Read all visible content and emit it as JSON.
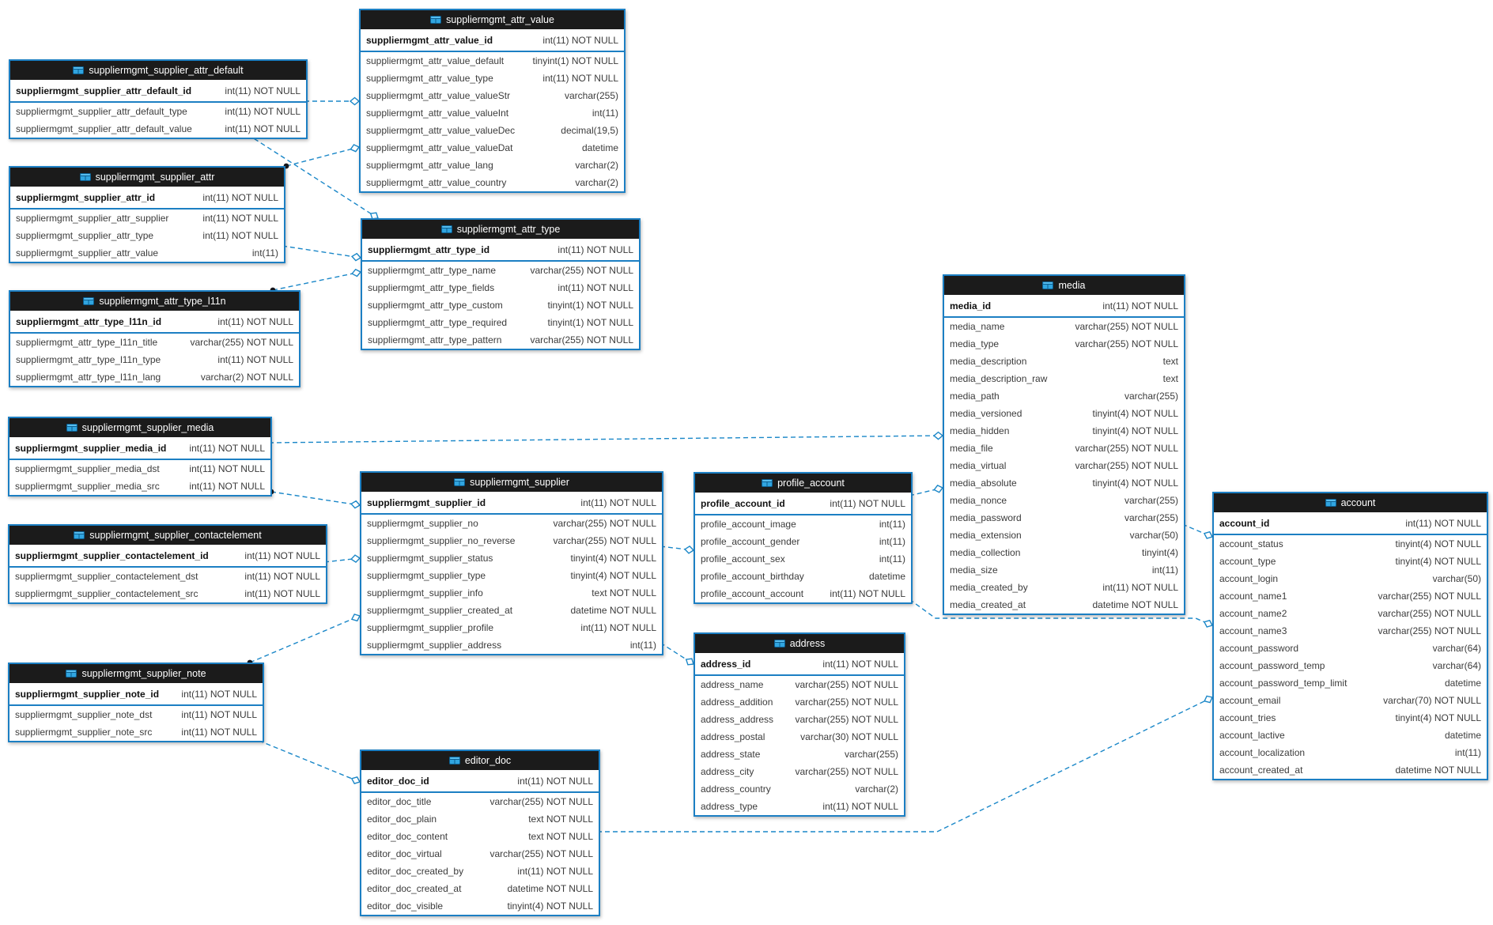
{
  "diagram": {
    "accent_color": "#1c7fc3",
    "wire_color": "#1a87c8",
    "header_bg": "#1b1b1b",
    "header_fg": "#ffffff",
    "endpoint_dot_color": "#14161c"
  },
  "tables": [
    {
      "id": "suppliermgmt_attr_value",
      "title": "suppliermgmt_attr_value",
      "pk": {
        "name": "suppliermgmt_attr_value_id",
        "type": "int(11) NOT NULL"
      },
      "columns": [
        {
          "name": "suppliermgmt_attr_value_default",
          "type": "tinyint(1) NOT NULL"
        },
        {
          "name": "suppliermgmt_attr_value_type",
          "type": "int(11) NOT NULL"
        },
        {
          "name": "suppliermgmt_attr_value_valueStr",
          "type": "varchar(255)"
        },
        {
          "name": "suppliermgmt_attr_value_valueInt",
          "type": "int(11)"
        },
        {
          "name": "suppliermgmt_attr_value_valueDec",
          "type": "decimal(19,5)"
        },
        {
          "name": "suppliermgmt_attr_value_valueDat",
          "type": "datetime"
        },
        {
          "name": "suppliermgmt_attr_value_lang",
          "type": "varchar(2)"
        },
        {
          "name": "suppliermgmt_attr_value_country",
          "type": "varchar(2)"
        }
      ]
    },
    {
      "id": "suppliermgmt_supplier_attr_default",
      "title": "suppliermgmt_supplier_attr_default",
      "pk": {
        "name": "suppliermgmt_supplier_attr_default_id",
        "type": "int(11) NOT NULL"
      },
      "columns": [
        {
          "name": "suppliermgmt_supplier_attr_default_type",
          "type": "int(11) NOT NULL"
        },
        {
          "name": "suppliermgmt_supplier_attr_default_value",
          "type": "int(11) NOT NULL"
        }
      ]
    },
    {
      "id": "suppliermgmt_supplier_attr",
      "title": "suppliermgmt_supplier_attr",
      "pk": {
        "name": "suppliermgmt_supplier_attr_id",
        "type": "int(11) NOT NULL"
      },
      "columns": [
        {
          "name": "suppliermgmt_supplier_attr_supplier",
          "type": "int(11) NOT NULL"
        },
        {
          "name": "suppliermgmt_supplier_attr_type",
          "type": "int(11) NOT NULL"
        },
        {
          "name": "suppliermgmt_supplier_attr_value",
          "type": "int(11)"
        }
      ]
    },
    {
      "id": "suppliermgmt_attr_type_l11n",
      "title": "suppliermgmt_attr_type_l11n",
      "pk": {
        "name": "suppliermgmt_attr_type_l11n_id",
        "type": "int(11) NOT NULL"
      },
      "columns": [
        {
          "name": "suppliermgmt_attr_type_l11n_title",
          "type": "varchar(255) NOT NULL"
        },
        {
          "name": "suppliermgmt_attr_type_l11n_type",
          "type": "int(11) NOT NULL"
        },
        {
          "name": "suppliermgmt_attr_type_l11n_lang",
          "type": "varchar(2) NOT NULL"
        }
      ]
    },
    {
      "id": "suppliermgmt_attr_type",
      "title": "suppliermgmt_attr_type",
      "pk": {
        "name": "suppliermgmt_attr_type_id",
        "type": "int(11) NOT NULL"
      },
      "columns": [
        {
          "name": "suppliermgmt_attr_type_name",
          "type": "varchar(255) NOT NULL"
        },
        {
          "name": "suppliermgmt_attr_type_fields",
          "type": "int(11) NOT NULL"
        },
        {
          "name": "suppliermgmt_attr_type_custom",
          "type": "tinyint(1) NOT NULL"
        },
        {
          "name": "suppliermgmt_attr_type_required",
          "type": "tinyint(1) NOT NULL"
        },
        {
          "name": "suppliermgmt_attr_type_pattern",
          "type": "varchar(255) NOT NULL"
        }
      ]
    },
    {
      "id": "suppliermgmt_supplier_media",
      "title": "suppliermgmt_supplier_media",
      "pk": {
        "name": "suppliermgmt_supplier_media_id",
        "type": "int(11) NOT NULL"
      },
      "columns": [
        {
          "name": "suppliermgmt_supplier_media_dst",
          "type": "int(11) NOT NULL"
        },
        {
          "name": "suppliermgmt_supplier_media_src",
          "type": "int(11) NOT NULL"
        }
      ]
    },
    {
      "id": "suppliermgmt_supplier_contactelement",
      "title": "suppliermgmt_supplier_contactelement",
      "pk": {
        "name": "suppliermgmt_supplier_contactelement_id",
        "type": "int(11) NOT NULL"
      },
      "columns": [
        {
          "name": "suppliermgmt_supplier_contactelement_dst",
          "type": "int(11) NOT NULL"
        },
        {
          "name": "suppliermgmt_supplier_contactelement_src",
          "type": "int(11) NOT NULL"
        }
      ]
    },
    {
      "id": "suppliermgmt_supplier_note",
      "title": "suppliermgmt_supplier_note",
      "pk": {
        "name": "suppliermgmt_supplier_note_id",
        "type": "int(11) NOT NULL"
      },
      "columns": [
        {
          "name": "suppliermgmt_supplier_note_dst",
          "type": "int(11) NOT NULL"
        },
        {
          "name": "suppliermgmt_supplier_note_src",
          "type": "int(11) NOT NULL"
        }
      ]
    },
    {
      "id": "suppliermgmt_supplier",
      "title": "suppliermgmt_supplier",
      "pk": {
        "name": "suppliermgmt_supplier_id",
        "type": "int(11) NOT NULL"
      },
      "columns": [
        {
          "name": "suppliermgmt_supplier_no",
          "type": "varchar(255) NOT NULL"
        },
        {
          "name": "suppliermgmt_supplier_no_reverse",
          "type": "varchar(255) NOT NULL"
        },
        {
          "name": "suppliermgmt_supplier_status",
          "type": "tinyint(4) NOT NULL"
        },
        {
          "name": "suppliermgmt_supplier_type",
          "type": "tinyint(4) NOT NULL"
        },
        {
          "name": "suppliermgmt_supplier_info",
          "type": "text NOT NULL"
        },
        {
          "name": "suppliermgmt_supplier_created_at",
          "type": "datetime NOT NULL"
        },
        {
          "name": "suppliermgmt_supplier_profile",
          "type": "int(11) NOT NULL"
        },
        {
          "name": "suppliermgmt_supplier_address",
          "type": "int(11)"
        }
      ]
    },
    {
      "id": "profile_account",
      "title": "profile_account",
      "pk": {
        "name": "profile_account_id",
        "type": "int(11) NOT NULL"
      },
      "columns": [
        {
          "name": "profile_account_image",
          "type": "int(11)"
        },
        {
          "name": "profile_account_gender",
          "type": "int(11)"
        },
        {
          "name": "profile_account_sex",
          "type": "int(11)"
        },
        {
          "name": "profile_account_birthday",
          "type": "datetime"
        },
        {
          "name": "profile_account_account",
          "type": "int(11) NOT NULL"
        }
      ]
    },
    {
      "id": "address",
      "title": "address",
      "pk": {
        "name": "address_id",
        "type": "int(11) NOT NULL"
      },
      "columns": [
        {
          "name": "address_name",
          "type": "varchar(255) NOT NULL"
        },
        {
          "name": "address_addition",
          "type": "varchar(255) NOT NULL"
        },
        {
          "name": "address_address",
          "type": "varchar(255) NOT NULL"
        },
        {
          "name": "address_postal",
          "type": "varchar(30) NOT NULL"
        },
        {
          "name": "address_state",
          "type": "varchar(255)"
        },
        {
          "name": "address_city",
          "type": "varchar(255) NOT NULL"
        },
        {
          "name": "address_country",
          "type": "varchar(2)"
        },
        {
          "name": "address_type",
          "type": "int(11) NOT NULL"
        }
      ]
    },
    {
      "id": "editor_doc",
      "title": "editor_doc",
      "pk": {
        "name": "editor_doc_id",
        "type": "int(11) NOT NULL"
      },
      "columns": [
        {
          "name": "editor_doc_title",
          "type": "varchar(255) NOT NULL"
        },
        {
          "name": "editor_doc_plain",
          "type": "text NOT NULL"
        },
        {
          "name": "editor_doc_content",
          "type": "text NOT NULL"
        },
        {
          "name": "editor_doc_virtual",
          "type": "varchar(255) NOT NULL"
        },
        {
          "name": "editor_doc_created_by",
          "type": "int(11) NOT NULL"
        },
        {
          "name": "editor_doc_created_at",
          "type": "datetime NOT NULL"
        },
        {
          "name": "editor_doc_visible",
          "type": "tinyint(4) NOT NULL"
        }
      ]
    },
    {
      "id": "media",
      "title": "media",
      "pk": {
        "name": "media_id",
        "type": "int(11) NOT NULL"
      },
      "columns": [
        {
          "name": "media_name",
          "type": "varchar(255) NOT NULL"
        },
        {
          "name": "media_type",
          "type": "varchar(255) NOT NULL"
        },
        {
          "name": "media_description",
          "type": "text"
        },
        {
          "name": "media_description_raw",
          "type": "text"
        },
        {
          "name": "media_path",
          "type": "varchar(255)"
        },
        {
          "name": "media_versioned",
          "type": "tinyint(4) NOT NULL"
        },
        {
          "name": "media_hidden",
          "type": "tinyint(4) NOT NULL"
        },
        {
          "name": "media_file",
          "type": "varchar(255) NOT NULL"
        },
        {
          "name": "media_virtual",
          "type": "varchar(255) NOT NULL"
        },
        {
          "name": "media_absolute",
          "type": "tinyint(4) NOT NULL"
        },
        {
          "name": "media_nonce",
          "type": "varchar(255)"
        },
        {
          "name": "media_password",
          "type": "varchar(255)"
        },
        {
          "name": "media_extension",
          "type": "varchar(50)"
        },
        {
          "name": "media_collection",
          "type": "tinyint(4)"
        },
        {
          "name": "media_size",
          "type": "int(11)"
        },
        {
          "name": "media_created_by",
          "type": "int(11) NOT NULL"
        },
        {
          "name": "media_created_at",
          "type": "datetime NOT NULL"
        }
      ]
    },
    {
      "id": "account",
      "title": "account",
      "pk": {
        "name": "account_id",
        "type": "int(11) NOT NULL"
      },
      "columns": [
        {
          "name": "account_status",
          "type": "tinyint(4) NOT NULL"
        },
        {
          "name": "account_type",
          "type": "tinyint(4) NOT NULL"
        },
        {
          "name": "account_login",
          "type": "varchar(50)"
        },
        {
          "name": "account_name1",
          "type": "varchar(255) NOT NULL"
        },
        {
          "name": "account_name2",
          "type": "varchar(255) NOT NULL"
        },
        {
          "name": "account_name3",
          "type": "varchar(255) NOT NULL"
        },
        {
          "name": "account_password",
          "type": "varchar(64)"
        },
        {
          "name": "account_password_temp",
          "type": "varchar(64)"
        },
        {
          "name": "account_password_temp_limit",
          "type": "datetime"
        },
        {
          "name": "account_email",
          "type": "varchar(70) NOT NULL"
        },
        {
          "name": "account_tries",
          "type": "tinyint(4) NOT NULL"
        },
        {
          "name": "account_lactive",
          "type": "datetime"
        },
        {
          "name": "account_localization",
          "type": "int(11)"
        },
        {
          "name": "account_created_at",
          "type": "datetime NOT NULL"
        }
      ]
    }
  ],
  "relationships": [
    {
      "from": "suppliermgmt_supplier_attr_default",
      "to": "suppliermgmt_attr_value"
    },
    {
      "from": "suppliermgmt_supplier_attr_default",
      "to": "suppliermgmt_attr_type"
    },
    {
      "from": "suppliermgmt_supplier_attr",
      "to": "suppliermgmt_attr_value"
    },
    {
      "from": "suppliermgmt_supplier_attr",
      "to": "suppliermgmt_attr_type"
    },
    {
      "from": "suppliermgmt_attr_type_l11n",
      "to": "suppliermgmt_attr_type"
    },
    {
      "from": "suppliermgmt_supplier_media",
      "to": "media"
    },
    {
      "from": "suppliermgmt_supplier_media",
      "to": "suppliermgmt_supplier"
    },
    {
      "from": "suppliermgmt_supplier_contactelement",
      "to": "suppliermgmt_supplier"
    },
    {
      "from": "suppliermgmt_supplier_note",
      "to": "suppliermgmt_supplier"
    },
    {
      "from": "suppliermgmt_supplier_note",
      "to": "editor_doc"
    },
    {
      "from": "suppliermgmt_supplier",
      "to": "profile_account"
    },
    {
      "from": "suppliermgmt_supplier",
      "to": "address"
    },
    {
      "from": "profile_account",
      "to": "media"
    },
    {
      "from": "media",
      "to": "account"
    },
    {
      "from": "profile_account",
      "to": "account"
    },
    {
      "from": "editor_doc",
      "to": "account"
    }
  ]
}
